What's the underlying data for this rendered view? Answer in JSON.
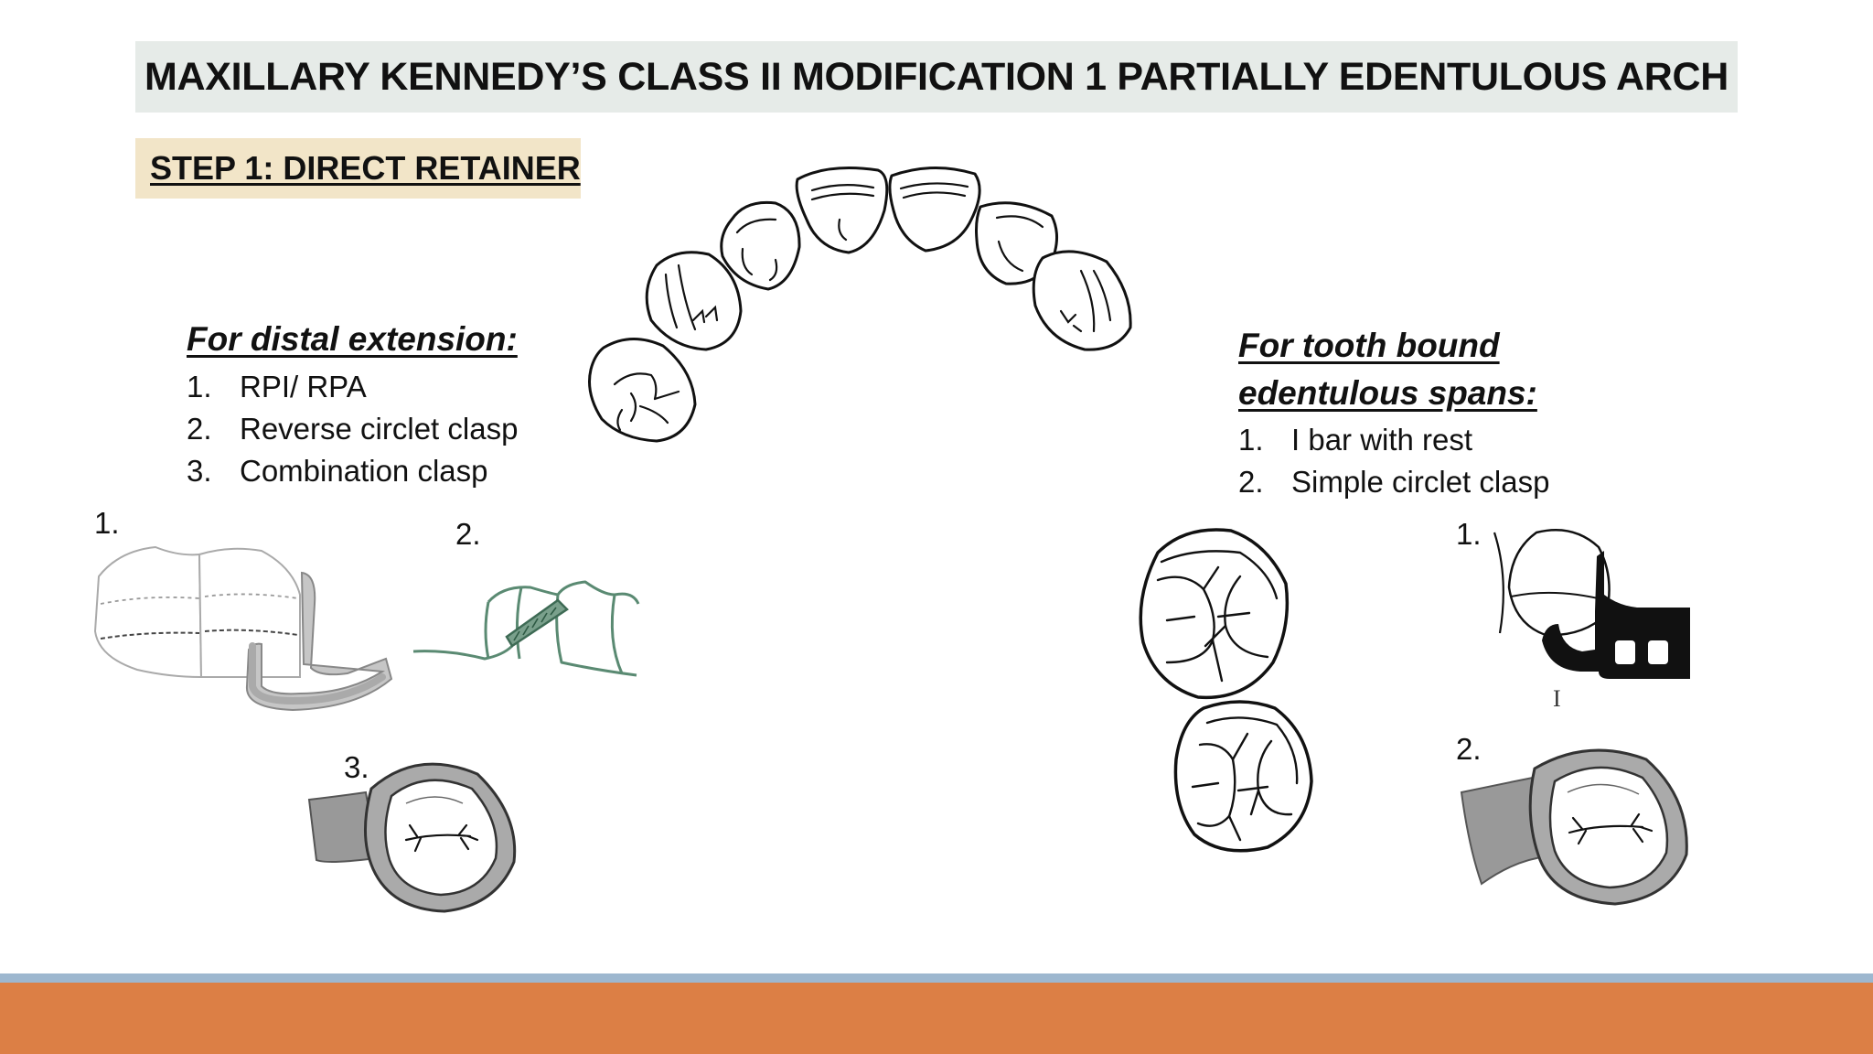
{
  "title": "MAXILLARY KENNEDY’S CLASS II MODIFICATION 1 PARTIALLY EDENTULOUS ARCH",
  "step_label": "STEP 1: DIRECT RETAINER",
  "distal": {
    "heading": "For distal extension:",
    "items": [
      {
        "num": "1.",
        "text": "RPI/ RPA"
      },
      {
        "num": "2.",
        "text": "Reverse circlet clasp"
      },
      {
        "num": "3.",
        "text": "Combination clasp"
      }
    ],
    "figure_labels": [
      "1.",
      "2.",
      "3."
    ]
  },
  "tooth_bound": {
    "heading_line1": "For tooth bound",
    "heading_line2": "edentulous spans:",
    "items": [
      {
        "num": "1.",
        "text": "I bar with rest"
      },
      {
        "num": "2.",
        "text": "Simple circlet clasp"
      }
    ],
    "figure_labels": [
      "1.",
      "2."
    ],
    "i_bar_caption": "I"
  },
  "colors": {
    "title_bg": "#e6ebe8",
    "step_bg": "#f2e5c8",
    "footer_stripe": "#9db7cf",
    "footer_bar": "#dc7f45",
    "clasp_green": "#5a8a72",
    "clasp_gray": "#9a9a9a"
  }
}
